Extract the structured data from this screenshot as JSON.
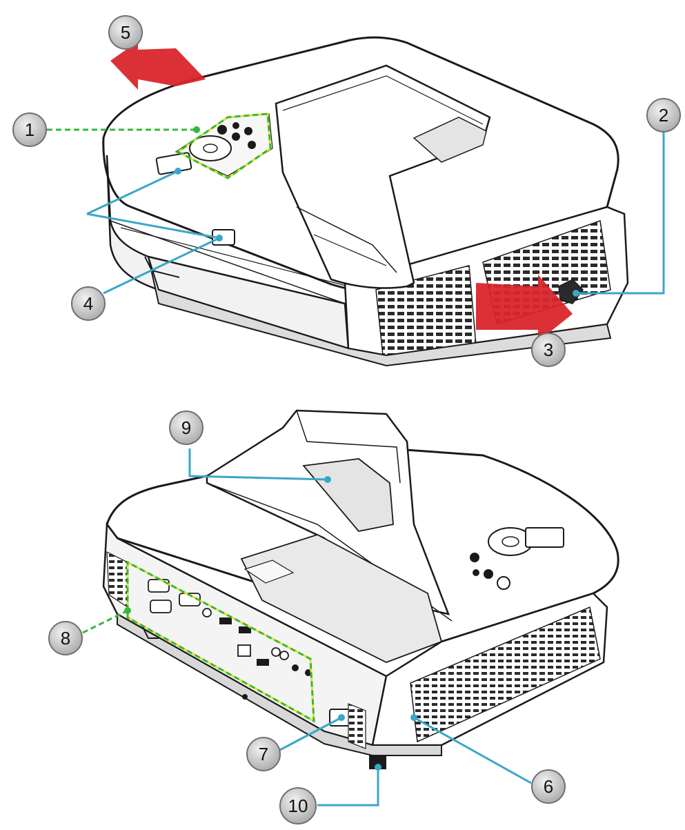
{
  "colors": {
    "background": "#ffffff",
    "outline": "#1a1a1a",
    "body_fill": "#ffffff",
    "shade": "#e4e4e4",
    "grille": "#2a2a2a",
    "arrow_red": "#d9252b",
    "leader_blue": "#3aa6c9",
    "leader_green": "#35b83a",
    "dash_yellow": "#e7e12a",
    "callout_fill": "#c9c9c9",
    "callout_stroke": "#6f6f6f"
  },
  "callouts": [
    {
      "id": "1",
      "label": "1",
      "leader_style": "green-dashed"
    },
    {
      "id": "2",
      "label": "2",
      "leader_style": "blue"
    },
    {
      "id": "3",
      "label": "3",
      "leader_style": "none"
    },
    {
      "id": "4",
      "label": "4",
      "leader_style": "blue"
    },
    {
      "id": "5",
      "label": "5",
      "leader_style": "none"
    },
    {
      "id": "6",
      "label": "6",
      "leader_style": "blue"
    },
    {
      "id": "7",
      "label": "7",
      "leader_style": "blue"
    },
    {
      "id": "8",
      "label": "8",
      "leader_style": "green-dashed"
    },
    {
      "id": "9",
      "label": "9",
      "leader_style": "blue"
    },
    {
      "id": "10",
      "label": "10",
      "leader_style": "blue"
    }
  ],
  "arrows": [
    {
      "id": "exhaust",
      "direction": "out",
      "color": "red"
    },
    {
      "id": "intake",
      "direction": "in",
      "color": "red"
    }
  ]
}
